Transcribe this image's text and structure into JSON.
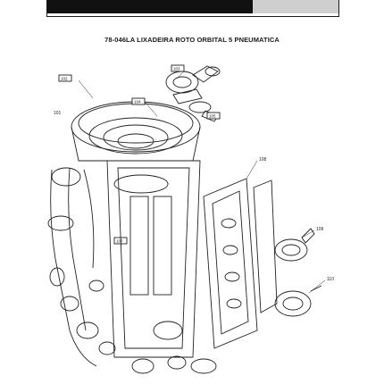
{
  "document": {
    "header_title": "78-046LA   LIXADEIRA ROTO ORBITAL 5 PNEUMATICA"
  },
  "parts": {
    "boxed": [
      "103",
      "102",
      "104",
      "105",
      "107"
    ],
    "side_labels": [
      "101",
      "108",
      "109",
      "110"
    ]
  }
}
